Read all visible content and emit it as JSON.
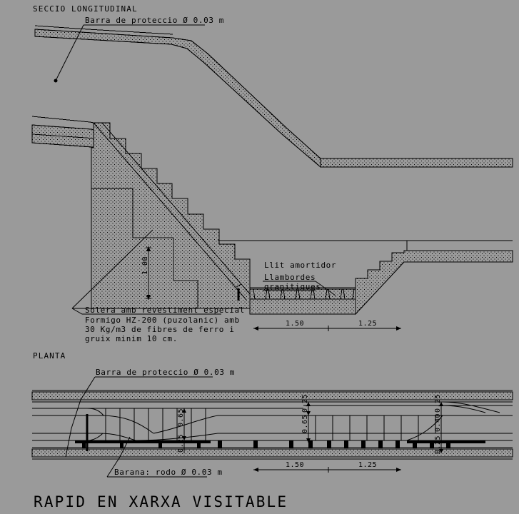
{
  "drawing": {
    "title": "RAPID EN XARXA VISITABLE",
    "background_color": "#9a9a9a",
    "line_color": "#000000",
    "sections": {
      "longitudinal_heading": "SECCIO LONGITUDINAL",
      "plan_heading": "PLANTA"
    }
  },
  "labels": {
    "barra_proteccio_top": "Barra de proteccio Ø 0.03 m",
    "barra_proteccio_plan": "Barra de proteccio Ø 0.03 m",
    "llit_amortidor": "Llit amortidor",
    "llambordes_line1": "Llambordes",
    "llambordes_line2": "granitiques",
    "solera_line1": "Solera amb revestiment especial",
    "solera_line2": "Formigo HZ-200 (puzolanic) amb",
    "solera_line3": "30 Kg/m3 de fibres de ferro i",
    "solera_line4": "gruix minim 10 cm.",
    "barana_rodo": "Barana: rodo Ø 0.03 m"
  },
  "dimensions": {
    "section": {
      "height_1": "1.00",
      "bed_length": "1.50",
      "stair_run": "1.25"
    },
    "plan": {
      "width_left": "0.65",
      "width_left_small": "0.25",
      "width_mid_top": "0.25",
      "width_mid_main": "0.65",
      "bed_length": "1.50",
      "stair_run": "1.25",
      "right_top": "0.25",
      "right_mid": "0.40",
      "right_bottom": "0.25"
    }
  }
}
